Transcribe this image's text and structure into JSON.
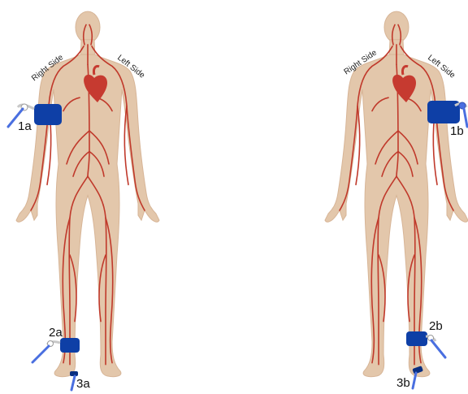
{
  "colors": {
    "skin": "#e3c7ab",
    "skin_edge": "#d7b597",
    "artery": "#c0392b",
    "heart": "#c63a30",
    "cuff": "#0e3fa6",
    "cuff_dark": "#0a2f80",
    "probe": "#4a6fe0",
    "clip": "#c8c8c8"
  },
  "figures": [
    {
      "side_labels": {
        "right": "Right Side",
        "left": "Left Side"
      },
      "positions": [
        {
          "id": "1a",
          "label": "1a",
          "site": "right-upper-arm",
          "device": "cuff"
        },
        {
          "id": "2a",
          "label": "2a",
          "site": "right-ankle",
          "device": "cuff"
        },
        {
          "id": "3a",
          "label": "3a",
          "site": "right-toe",
          "device": "probe"
        }
      ]
    },
    {
      "side_labels": {
        "right": "Right Side",
        "left": "Left Side"
      },
      "positions": [
        {
          "id": "1b",
          "label": "1b",
          "site": "left-upper-arm",
          "device": "cuff"
        },
        {
          "id": "2b",
          "label": "2b",
          "site": "left-ankle",
          "device": "cuff"
        },
        {
          "id": "3b",
          "label": "3b",
          "site": "left-toe",
          "device": "probe"
        }
      ]
    }
  ]
}
